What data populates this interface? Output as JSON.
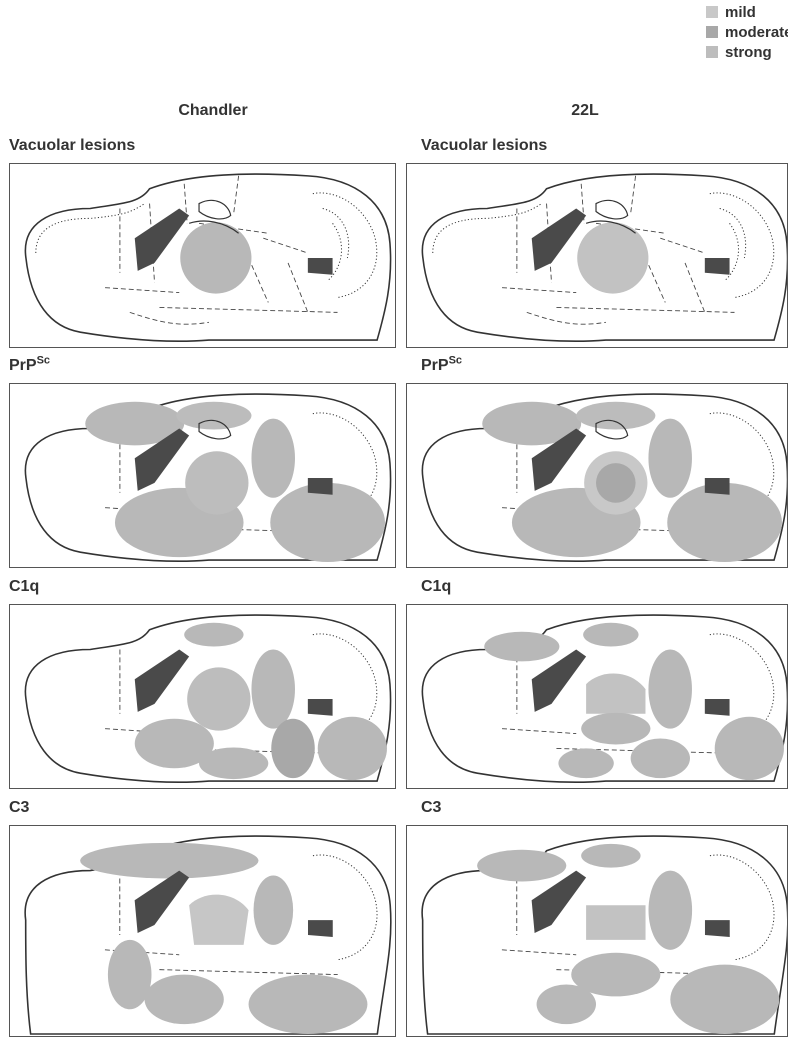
{
  "legend": [
    {
      "label": "mild",
      "color": "#c8c8c8"
    },
    {
      "label": "moderate",
      "color": "#a8a8a8"
    },
    {
      "label": "strong",
      "color": "#b9b9b9"
    }
  ],
  "columns": {
    "left": "Chandler",
    "right": "22L"
  },
  "rows": [
    {
      "title": "Vacuolar lesions",
      "title_sup": ""
    },
    {
      "title": "PrP",
      "title_sup": "Sc"
    },
    {
      "title": "C1q",
      "title_sup": ""
    },
    {
      "title": "C3",
      "title_sup": ""
    }
  ],
  "colors": {
    "fill": "#b8b8b8",
    "fill_light": "#cbcbcb",
    "dark": "#4a4a4a"
  }
}
